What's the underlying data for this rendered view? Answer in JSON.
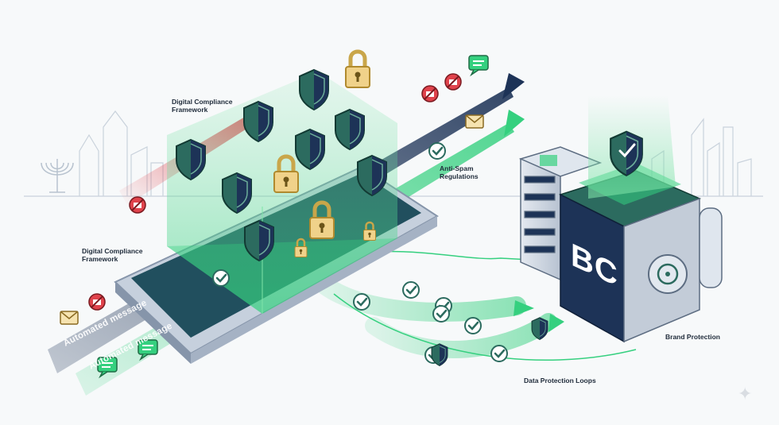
{
  "labels": {
    "digital_compliance_top": [
      "Digital Compliance",
      "Framework"
    ],
    "digital_compliance_left": [
      "Digital Compliance",
      "Framework"
    ],
    "anti_spam": [
      "Anti-Spam",
      "Regulations"
    ],
    "brand_protection": "Brand Protection",
    "data_protection_loops": "Data Protection Loops"
  },
  "server": {
    "logo_text": "BC"
  },
  "streams": {
    "top": "Automated message",
    "bottom": "Automated message"
  },
  "icons": [
    "shield-icon",
    "padlock-icon",
    "check-icon",
    "envelope-icon",
    "blocked-icon",
    "chat-bubble-icon",
    "menorah-icon",
    "safe-dial-icon"
  ],
  "colors": {
    "navy": "#1d3357",
    "green": "#35d07f",
    "teal": "#2c6b5f",
    "gold": "#e9c46a",
    "red": "#e0434c"
  }
}
